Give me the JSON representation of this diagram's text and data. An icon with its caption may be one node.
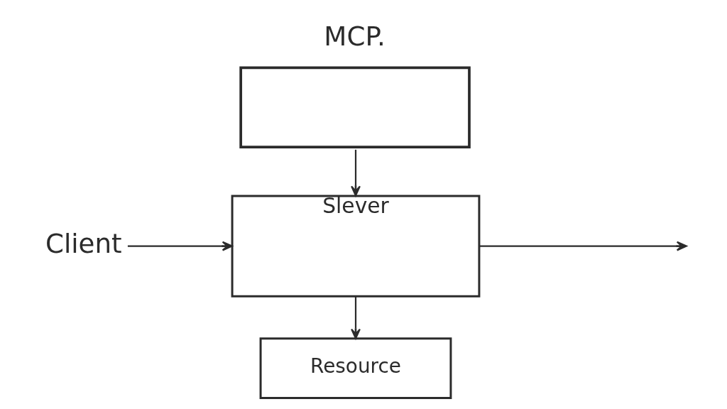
{
  "diagram": {
    "nodes": [
      {
        "text": [
          "MCP."
        ]
      },
      {
        "text": [
          "Client"
        ]
      },
      {
        "text": [
          "Slever"
        ]
      },
      {
        "text": [
          "Resource"
        ]
      }
    ],
    "edges": [
      {
        "from": 0,
        "to": 2,
        "arrow": "to"
      },
      {
        "from": 1,
        "to": 2,
        "arrow": "to"
      },
      {
        "from": 2,
        "to": null,
        "arrow": "to"
      },
      {
        "from": 2,
        "to": 3,
        "arrow": "to"
      }
    ]
  }
}
